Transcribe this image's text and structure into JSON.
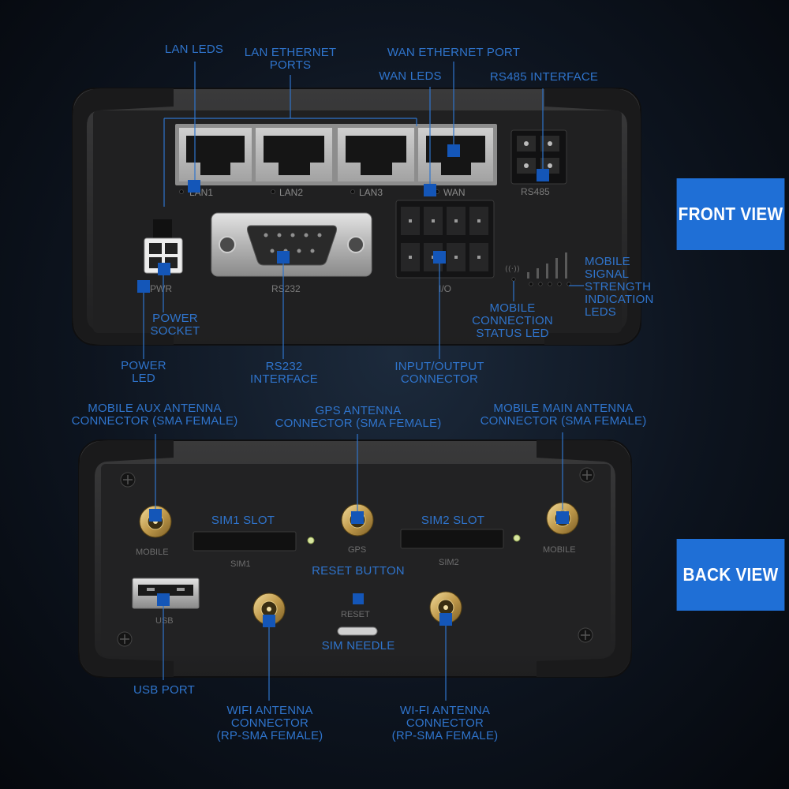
{
  "front_view": {
    "badge": "FRONT VIEW",
    "device_markings": {
      "lan1": "LAN1",
      "lan2": "LAN2",
      "lan3": "LAN3",
      "wan": "WAN",
      "rs485": "RS485",
      "pwr": "PWR",
      "rs232": "RS232",
      "io": "I/O"
    },
    "callouts": {
      "lan_leds": "LAN LEDS",
      "lan_ethernet_ports": "LAN ETHERNET\nPORTS",
      "wan_ethernet_port": "WAN ETHERNET PORT",
      "wan_leds": "WAN LEDS",
      "rs485_interface": "RS485 INTERFACE",
      "mobile_signal_strength": "MOBILE\nSIGNAL\nSTRENGTH\nINDICATION\nLEDS",
      "mobile_connection_status": "MOBILE\nCONNECTION\nSTATUS LED",
      "power_socket": "POWER\nSOCKET",
      "power_led": "POWER\nLED",
      "rs232_interface": "RS232\nINTERFACE",
      "io_connector": "INPUT/OUTPUT\nCONNECTOR"
    }
  },
  "back_view": {
    "badge": "BACK VIEW",
    "device_markings": {
      "mobile_aux": "MOBILE",
      "gps": "GPS",
      "mobile_main": "MOBILE",
      "sim1": "SIM1",
      "sim2": "SIM2",
      "usb": "USB",
      "reset": "RESET"
    },
    "callouts": {
      "mobile_aux_antenna": "MOBILE AUX ANTENNA\nCONNECTOR (SMA FEMALE)",
      "gps_antenna": "GPS ANTENNA\nCONNECTOR (SMA FEMALE)",
      "mobile_main_antenna": "MOBILE MAIN ANTENNA\nCONNECTOR (SMA FEMALE)",
      "sim1_slot": "SIM1 SLOT",
      "sim2_slot": "SIM2 SLOT",
      "reset_button": "RESET BUTTON",
      "sim_needle": "SIM NEEDLE",
      "usb_port": "USB PORT",
      "wifi_antenna": "WIFI ANTENNA\nCONNECTOR\n(RP-SMA FEMALE)",
      "wifi_antenna_2": "WI-FI ANTENNA\nCONNECTOR\n(RP-SMA FEMALE)"
    }
  },
  "colors": {
    "accent": "#1f6fd6",
    "callout_text": "#2f74cc",
    "marker": "#1456b8",
    "housing": "#2a2a2b",
    "panel": "#1d1d1e"
  }
}
